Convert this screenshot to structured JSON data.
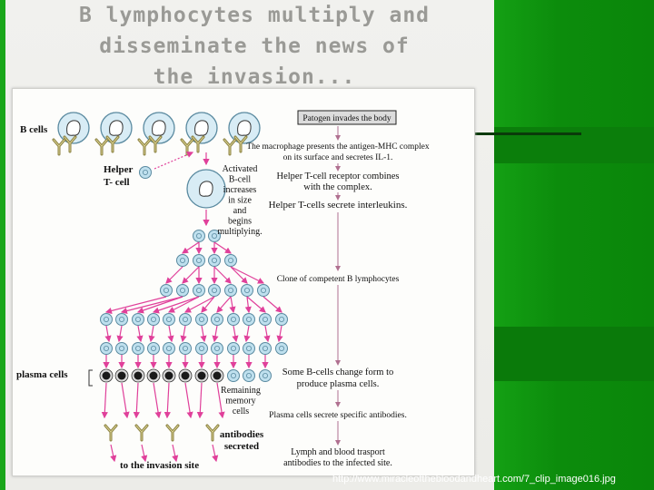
{
  "slide": {
    "title_lines": [
      "B lymphocytes multiply and",
      "disseminate the news of",
      "the invasion..."
    ],
    "caption": "http://www.miracleofthebloodandheart.com/7_clip_image016.jpg"
  },
  "diagram": {
    "left_labels": {
      "b_cells": "B cells",
      "helper_t_line1": "Helper",
      "helper_t_line2": "T- cell",
      "plasma_cells": "plasma cells",
      "to_invasion": "to the invasion site"
    },
    "mid_labels": {
      "activated": [
        "Activated",
        "B-cell",
        "increases",
        "in size",
        "and",
        "begins",
        "multiplying."
      ],
      "remaining": [
        "Remaining",
        "memory",
        "cells"
      ],
      "antibodies": [
        "antibodies",
        "secreted"
      ]
    },
    "flow": {
      "step1": [
        "Patogen invades the body"
      ],
      "step2": [
        "The macrophage presents the antigen-MHC complex",
        "on its surface and secretes IL-1."
      ],
      "step3": [
        "Helper T-cell receptor combines",
        "with the complex."
      ],
      "step4": [
        "Helper T-cells secrete interleukins."
      ],
      "step5": [
        "Clone of competent B lymphocytes"
      ],
      "step6": [
        "Some B-cells change form to",
        "produce plasma cells."
      ],
      "step7": [
        "Plasma cells secrete specific antibodies."
      ],
      "step8": [
        "Lymph and blood trasport",
        "antibodies to the infected site."
      ]
    },
    "colors": {
      "arrow": "#e0409a",
      "cell_fill": "#bfe0ee",
      "cell_stroke": "#5a8aa0",
      "nucleus": "#8fc0d8",
      "antibody": "#8a8040",
      "flow_arrow": "#b07090"
    }
  }
}
